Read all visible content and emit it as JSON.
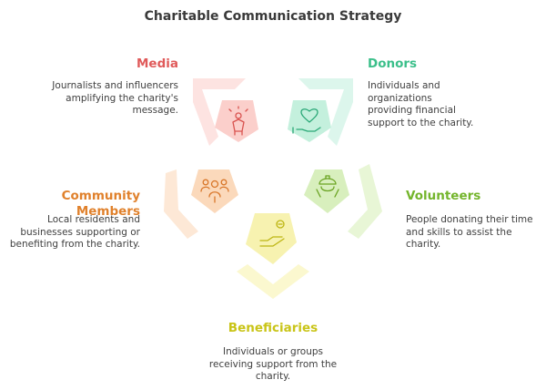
{
  "title": "Charitable Communication Strategy",
  "segments": [
    {
      "name": "Media",
      "description": "Journalists and influencers amplifying the charity's message.",
      "color": "#e05a5a",
      "light": "#fde3e1",
      "mid": "#fbcfcb",
      "icon": "award-ceremony-icon"
    },
    {
      "name": "Donors",
      "description": "Individuals and organizations providing financial support to the charity.",
      "color": "#3bbf8a",
      "light": "#dcf6ec",
      "mid": "#c4f0dd",
      "icon": "heart-in-hand-icon"
    },
    {
      "name": "Volunteers",
      "description": "People donating their time and skills to assist the charity.",
      "color": "#74b52c",
      "light": "#e8f6d6",
      "mid": "#d8efbd",
      "icon": "helmet-worker-icon"
    },
    {
      "name": "Beneficiaries",
      "description": "Individuals or groups receiving support from the charity.",
      "color": "#c9c417",
      "light": "#fbf8cf",
      "mid": "#f7f2b0",
      "icon": "receiving-hand-icon"
    },
    {
      "name": "Community Members",
      "description": "Local residents and businesses supporting or benefiting from the charity.",
      "color": "#e0812c",
      "light": "#fde8d6",
      "mid": "#fbd9bb",
      "icon": "community-group-icon"
    }
  ]
}
